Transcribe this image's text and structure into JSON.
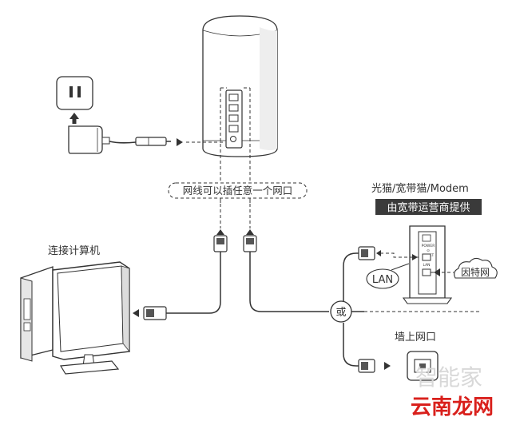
{
  "labels": {
    "port_note": "网线可以插任意一个网口",
    "modem_title": "光猫/宽带猫/Modem",
    "modem_badge": "由宽带运营商提供",
    "computer": "连接计算机",
    "lan": "LAN",
    "internet": "因特网",
    "or": "或",
    "wall_port": "墙上网口",
    "modem_port_top": "POWER",
    "modem_port_mid": "RESET",
    "modem_port_lan": "LAN"
  },
  "watermark": {
    "faint": "智能家",
    "brand": "云南龙网"
  },
  "colors": {
    "line": "#333333",
    "badge_bg": "#3a3a3a",
    "badge_text": "#ffffff",
    "brand_red": "#d9201c",
    "faint": "#d8d8d8",
    "device_fill": "#ffffff",
    "device_shade": "#e9e9e9"
  }
}
